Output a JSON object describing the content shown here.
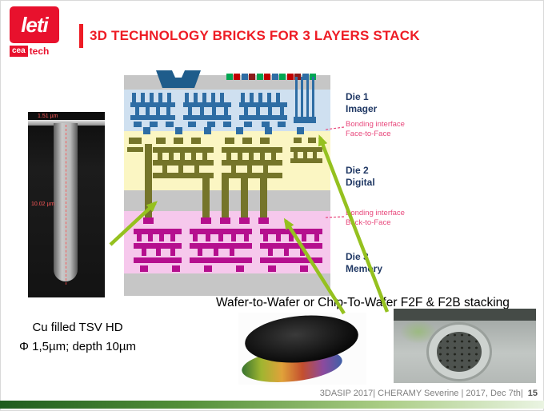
{
  "title": "3D TECHNOLOGY BRICKS  FOR 3 LAYERS STACK",
  "logo": {
    "brand": "leti",
    "cea": "cea",
    "tech": "tech"
  },
  "sem": {
    "width_label": "1.51 µm",
    "depth_label": "10.02 µm"
  },
  "stack_labels": [
    {
      "line1": "Die 1",
      "line2": "Imager",
      "kind": "die"
    },
    {
      "line1": "Bonding interface",
      "line2": "Face-to-Face",
      "kind": "bond"
    },
    {
      "line1": "Die 2",
      "line2": "Digital",
      "kind": "die"
    },
    {
      "line1": "Bonding interface",
      "line2": "Back-to-Face",
      "kind": "bond"
    },
    {
      "line1": "Die 3",
      "line2": "Memory",
      "kind": "die"
    }
  ],
  "captions": {
    "stacking": "Wafer-to-Wafer or Chip-To-Wafer F2F & F2B stacking",
    "tsv_line1": "Cu filled TSV HD",
    "tsv_line2": "Φ 1,5µm; depth 10µm"
  },
  "footer": {
    "text": "3DASIP  2017| CHERAMY Severine  | 2017, Dec 7th|",
    "page": "15"
  },
  "colors": {
    "brand_red": "#e8112d",
    "title_red": "#ee1c25",
    "die1_bg": "#cfe0f0",
    "die1_fg": "#2e6da4",
    "die1_dark": "#1f5c8b",
    "die2_bg": "#fbf6c3",
    "die2_fg": "#75752a",
    "die3_bg": "#f6c8ec",
    "die3_fg": "#b50f8e",
    "layer_gray": "#c6c6c6",
    "label_navy": "#203864",
    "label_pink": "#e8487c",
    "arrow_green": "#95c11f",
    "footer_gray": "#7f7f7f",
    "bar_dark_green": "#1e5c1e",
    "bar_light_green": "#eaf4e2"
  }
}
